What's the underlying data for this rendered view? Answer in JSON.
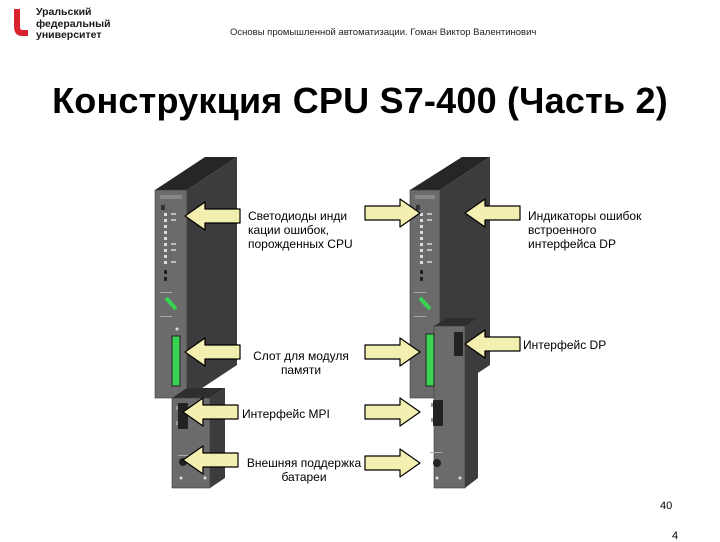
{
  "header": {
    "logo_lines": [
      "Уральский",
      "федеральный",
      "университет"
    ],
    "course": "Основы промышленной автоматизации. Гоман Виктор Валентинович"
  },
  "title": "Конструкция CPU S7-400 (Часть 2)",
  "labels": {
    "leds_cpu": [
      "Светодиоды инди",
      "кации ошибок,",
      "порожденных CPU"
    ],
    "memory_slot": [
      "Слот для модуля",
      "памяти"
    ],
    "mpi": "Интерфейс MPI",
    "battery": [
      "Внешняя поддержка",
      "батареи"
    ],
    "dp_leds": [
      "Индикаторы ошибок",
      "встроенного",
      "интерфейса DP"
    ],
    "dp_interface": "Интерфейс DP"
  },
  "footer": {
    "page_number": "40",
    "extra": "4"
  },
  "colors": {
    "module_front": "#6b6b6b",
    "module_side": "#3c3c3c",
    "module_top": "#262626",
    "arrow_fill": "#f3efb0",
    "slot_green": "#39d353",
    "logo_red": "#d9232e"
  }
}
